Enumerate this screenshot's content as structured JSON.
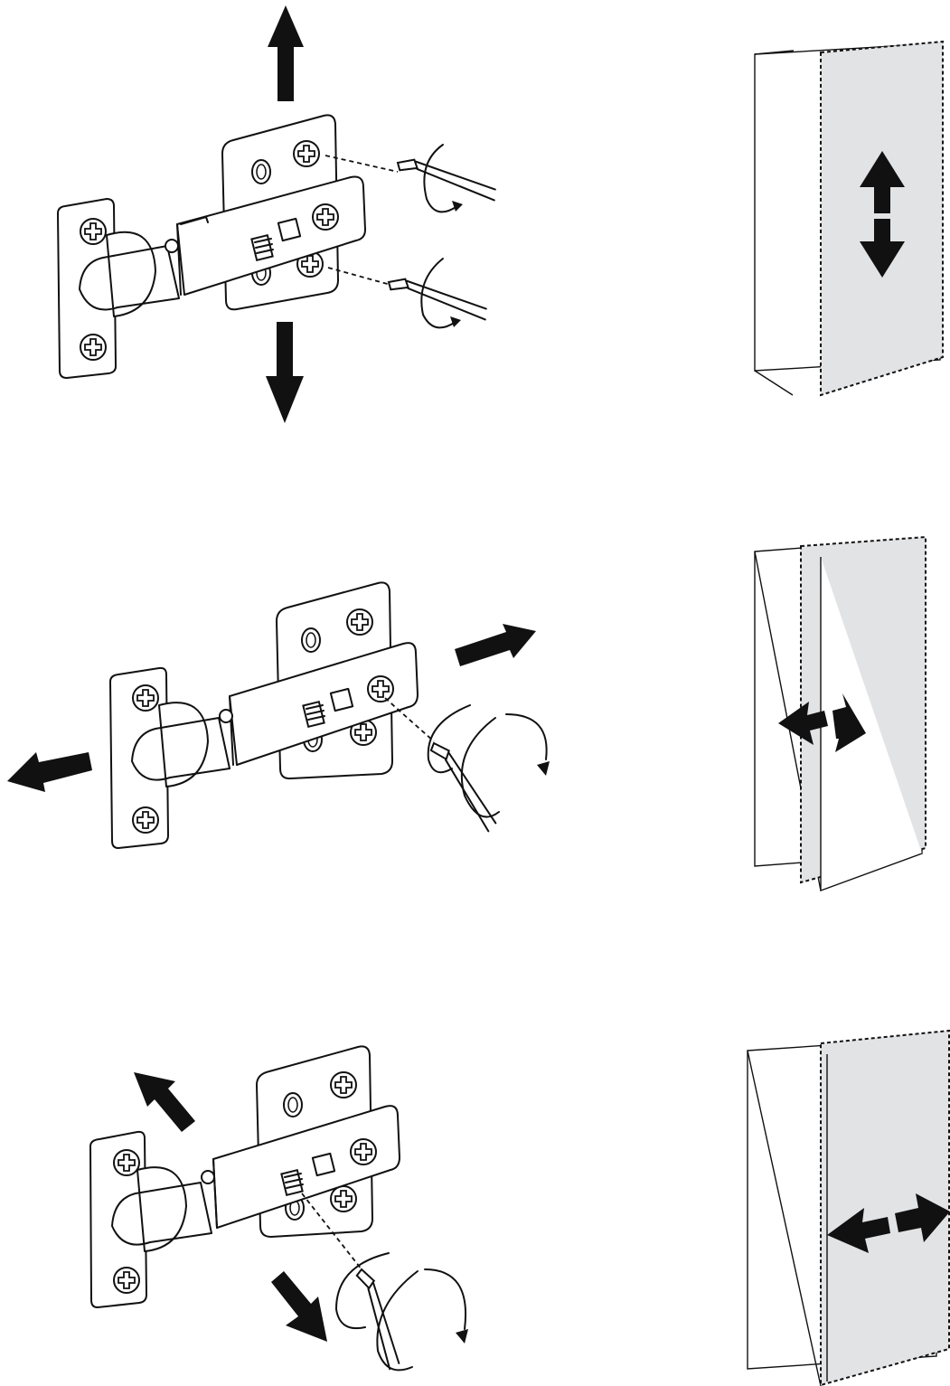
{
  "figure": {
    "description_steps": 3,
    "colors": {
      "line": "#111111",
      "door_fill": "#e2e3e5",
      "background": "#ffffff"
    },
    "steps": [
      {
        "adjustment": "vertical",
        "hinge_arrows": "up-down",
        "panel_arrow": "up-down"
      },
      {
        "adjustment": "depth",
        "hinge_arrows": "diagonal",
        "panel_arrow": "left-right"
      },
      {
        "adjustment": "lateral",
        "hinge_arrows": "diagonal",
        "panel_arrow": "left-right"
      }
    ]
  }
}
